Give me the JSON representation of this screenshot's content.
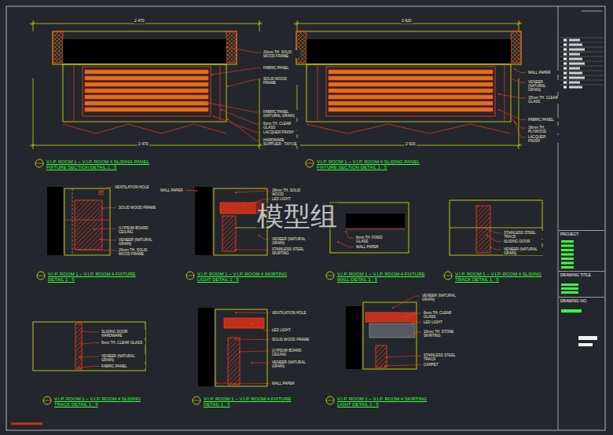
{
  "diagram": {
    "nodes": [
      {
        "text": [
          "PROJECT"
        ]
      },
      {
        "text": [
          "DRAWING TITLE"
        ]
      },
      {
        "text": [
          "DRAWING NO."
        ]
      }
    ],
    "labels": [
      "V.I.P. ROOM 1 ~ V.I.P. ROOM 4 SLIDING PANEL FIXTURE SECTION DETAIL 1 : 5",
      "V.I.P. ROOM 1 ~ V.I.P. ROOM 4 SLIDING PANEL FIXTURE SECTION DETAIL 1 : 5",
      "V.I.P. ROOM 1 ~ V.I.P. ROOM 4 FIXTURE DETAIL 1 : 5",
      "V.I.P. ROOM 1 ~ V.I.P. ROOM 4 SKIRTING LIGHT DETAIL 1 : 5",
      "V.I.P. ROOM 1 ~ V.I.P. ROOM 4 FIXTURE WALL DETAIL 1 : 5",
      "V.I.P. ROOM 1 ~ V.I.P. ROOM 4 SLIDING TRACK DETAIL 1 : 5",
      "V.I.P. ROOM 1 ~ V.I.P. ROOM 4 SLIDING TRACK DETAIL 1 : 5",
      "V.I.P. ROOM 1 ~ V.I.P. ROOM 4 FIXTURE DETAIL 1 : 5",
      "V.I.P. ROOM 1 ~ V.I.P. ROOM 4 SKIRTING LIGHT DETAIL 1 : 5",
      "2 470",
      "2 470",
      "2 620",
      "2 620",
      "20mm TH. SOLID WOOD FRAME",
      "FABRIC PANEL",
      "SOLID WOOD FRAME",
      "FABRIC PANEL (NATURAL GRAIN)",
      "6mm TH. CLEAR GLASS",
      "LACQUER FINISH",
      "HARDWARE SUPPLIER : TAIYUE",
      "WALL PAPER",
      "VENEER (NATURAL GRAIN)",
      "15mm TH. CLEAR GLASS",
      "FABRIC PANEL",
      "18mm TH. PLYWOOD",
      "LACQUER FINISH",
      "VENTILATION HOLE",
      "SOLID WOOD FRAME",
      "GYPSUM BOARD CEILING",
      "VENEER (NATURAL GRAIN)",
      "20mm TH. SOLID WOOD FRAME",
      "WALL PAPER",
      "18mm TH. SOLID WOOD",
      "LED LIGHT",
      "VENEER (NATURAL GRAIN)",
      "STAINLESS STEEL SKIRTING",
      "WALL PAPER",
      "6mm TH. FIXED GLASS",
      "STAINLESS STEEL TRACK",
      "SLIDING DOOR",
      "VENEER (NATURAL GRAIN)",
      "SLIDING DOOR HARDWARE",
      "6mm TH. CLEAR GLASS",
      "VENEER (NATURAL GRAIN)",
      "FABRIC PANEL",
      "VENTILATION HOLE",
      "LED LIGHT",
      "SOLID WOOD FRAME",
      "GYPSUM BOARD CEILING",
      "VENEER (NATURAL GRAIN)",
      "WALL PAPER",
      "VENEER (NATURAL GRAIN)",
      "6mm TH. CLEAR GLASS",
      "LED LIGHT",
      "10mm TH. STONE SKIRTING",
      "STAINLESS STEEL TRACK",
      "CARPET",
      "模型组"
    ]
  }
}
